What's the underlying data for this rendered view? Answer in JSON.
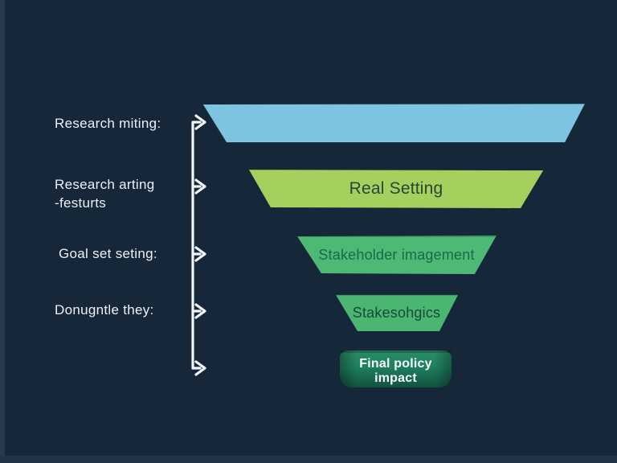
{
  "colors": {
    "background": "#16273a",
    "left_edge_strip": "#253a4c",
    "bottom_edge_strip": "#223548",
    "label_text": "#ecf1f5"
  },
  "side_labels": [
    {
      "text": "Research miting:"
    },
    {
      "line1": "Research arting",
      "line2": "-festurts"
    },
    {
      "text": "Goal set seting:"
    },
    {
      "text": "Donugntle they:"
    }
  ],
  "arrows": {
    "count": 5,
    "color": "#f1f5f8",
    "direction": "right"
  },
  "funnel": {
    "type": "funnel",
    "layers": [
      {
        "label": "",
        "fill": "#7cc4e0",
        "text_color": "#2b4a5a"
      },
      {
        "label": "Real Setting",
        "fill": "#a6d05e",
        "text_color": "#2b4236"
      },
      {
        "label": "Stakeholder imagement",
        "fill": "#4eb974",
        "text_color": "#176b48"
      },
      {
        "label": "Stakesohgics",
        "fill": "#4bb672",
        "text_color": "#17493a"
      },
      {
        "label": "Final policy impact",
        "fill_top": "#2a8c66",
        "fill_bottom": "#11523f",
        "text_color": "#f5fbff"
      }
    ]
  }
}
